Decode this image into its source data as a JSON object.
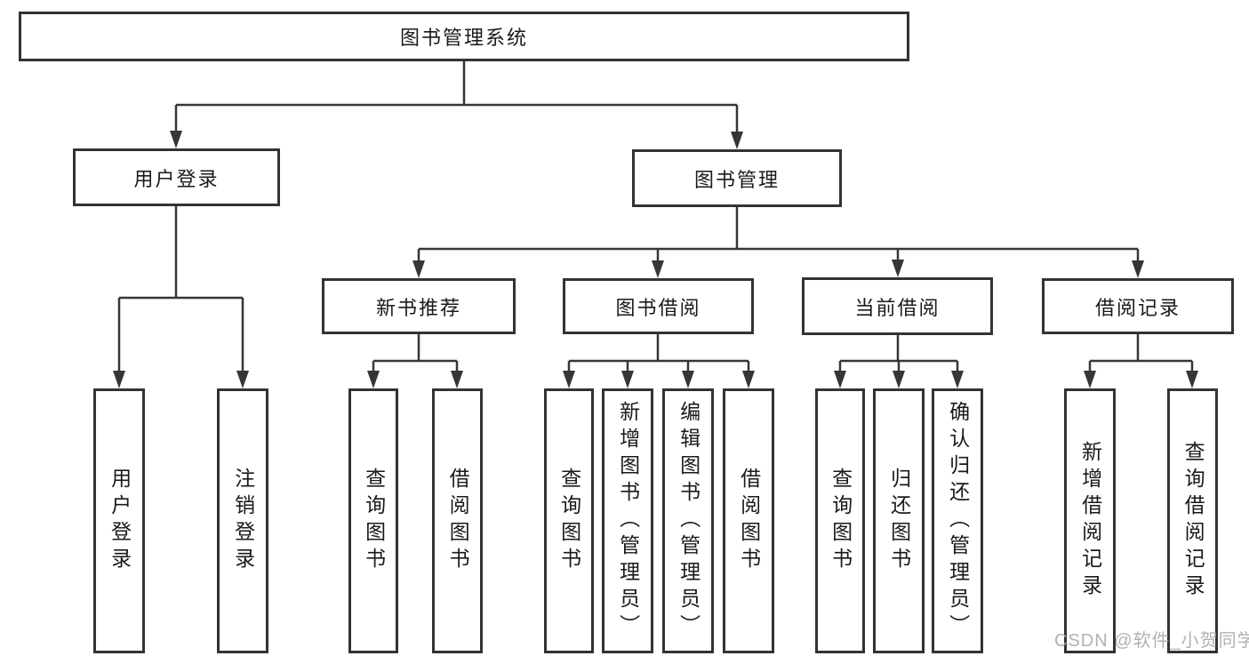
{
  "diagram": {
    "type": "hierarchy-tree",
    "tree": {
      "root": "图书管理系统",
      "branches": [
        {
          "label": "用户登录",
          "leaves": [
            "用户登录",
            "注销登录"
          ]
        },
        {
          "label": "图书管理",
          "groups": [
            {
              "label": "新书推荐",
              "leaves": [
                "查询图书",
                "借阅图书"
              ]
            },
            {
              "label": "图书借阅",
              "leaves": [
                "查询图书",
                "新增图书（管理员）",
                "编辑图书（管理员）",
                "借阅图书"
              ]
            },
            {
              "label": "当前借阅",
              "leaves": [
                "查询图书",
                "归还图书",
                "确认归还（管理员）"
              ]
            },
            {
              "label": "借阅记录",
              "leaves": [
                "新增借阅记录",
                "查询借阅记录"
              ]
            }
          ]
        }
      ]
    },
    "watermark": "CSDN @软件_小贺同学",
    "colors": {
      "line": "#363636",
      "box_border": "#333333",
      "text": "#1a1a1a",
      "watermark": "#a8a8a8",
      "background": "#ffffff"
    }
  }
}
